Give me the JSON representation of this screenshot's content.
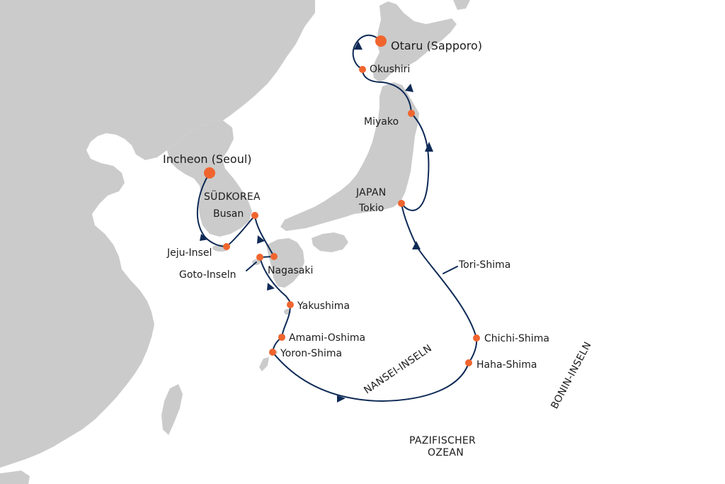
{
  "colors": {
    "land": "#cbcbcb",
    "route": "#0e2a56",
    "port": "#f0652e",
    "text": "#1c1c1c"
  },
  "ports": {
    "otaru": "Otaru (Sapporo)",
    "okushiri": "Okushiri",
    "miyako": "Miyako",
    "tokio": "Tokio",
    "incheon": "Incheon (Seoul)",
    "busan": "Busan",
    "jeju": "Jeju-Insel",
    "goto": "Goto-Inseln",
    "nagasaki": "Nagasaki",
    "yakushima": "Yakushima",
    "amami": "Amami-Oshima",
    "yoron": "Yoron-Shima",
    "chichi": "Chichi-Shima",
    "haha": "Haha-Shima",
    "tori": "Tori-Shima"
  },
  "regions": {
    "japan": "JAPAN",
    "suedkorea": "SÜDKOREA",
    "nansei": "NANSEI-INSELN",
    "bonin": "BONIN-INSELN",
    "ocean_line1": "PAZIFISCHER",
    "ocean_line2": "OZEAN"
  }
}
